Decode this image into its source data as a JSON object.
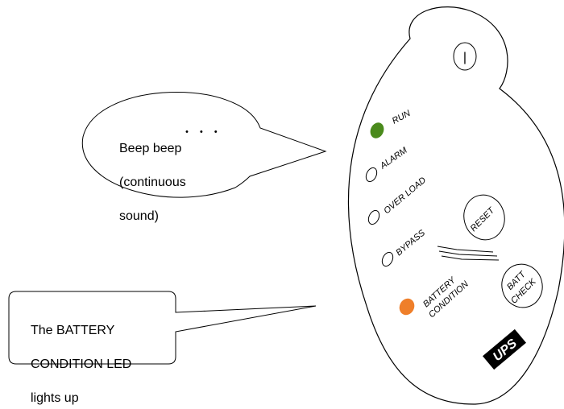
{
  "callouts": {
    "beep": {
      "line1": "Beep beep",
      "line2": "(continuous",
      "line3": "sound)",
      "dots": "・ ・ ・"
    },
    "battery": {
      "line1": "The BATTERY",
      "line2": "CONDITION LED",
      "line3": "lights up"
    }
  },
  "panel": {
    "power_symbol": "|",
    "indicators": [
      {
        "label": "RUN",
        "state": "on",
        "color": "#4a8a1c"
      },
      {
        "label": "ALARM",
        "state": "off",
        "color": "#ffffff"
      },
      {
        "label": "OVER LOAD",
        "state": "off",
        "color": "#ffffff"
      },
      {
        "label": "BYPASS",
        "state": "off",
        "color": "#ffffff"
      },
      {
        "label_line1": "BATTERY",
        "label_line2": "CONDITION",
        "state": "on",
        "color": "#ef7f2a"
      }
    ],
    "buttons": {
      "reset": "RESET",
      "batt_check_line1": "BATT",
      "batt_check_line2": "CHECK"
    },
    "brand": "UPS"
  }
}
